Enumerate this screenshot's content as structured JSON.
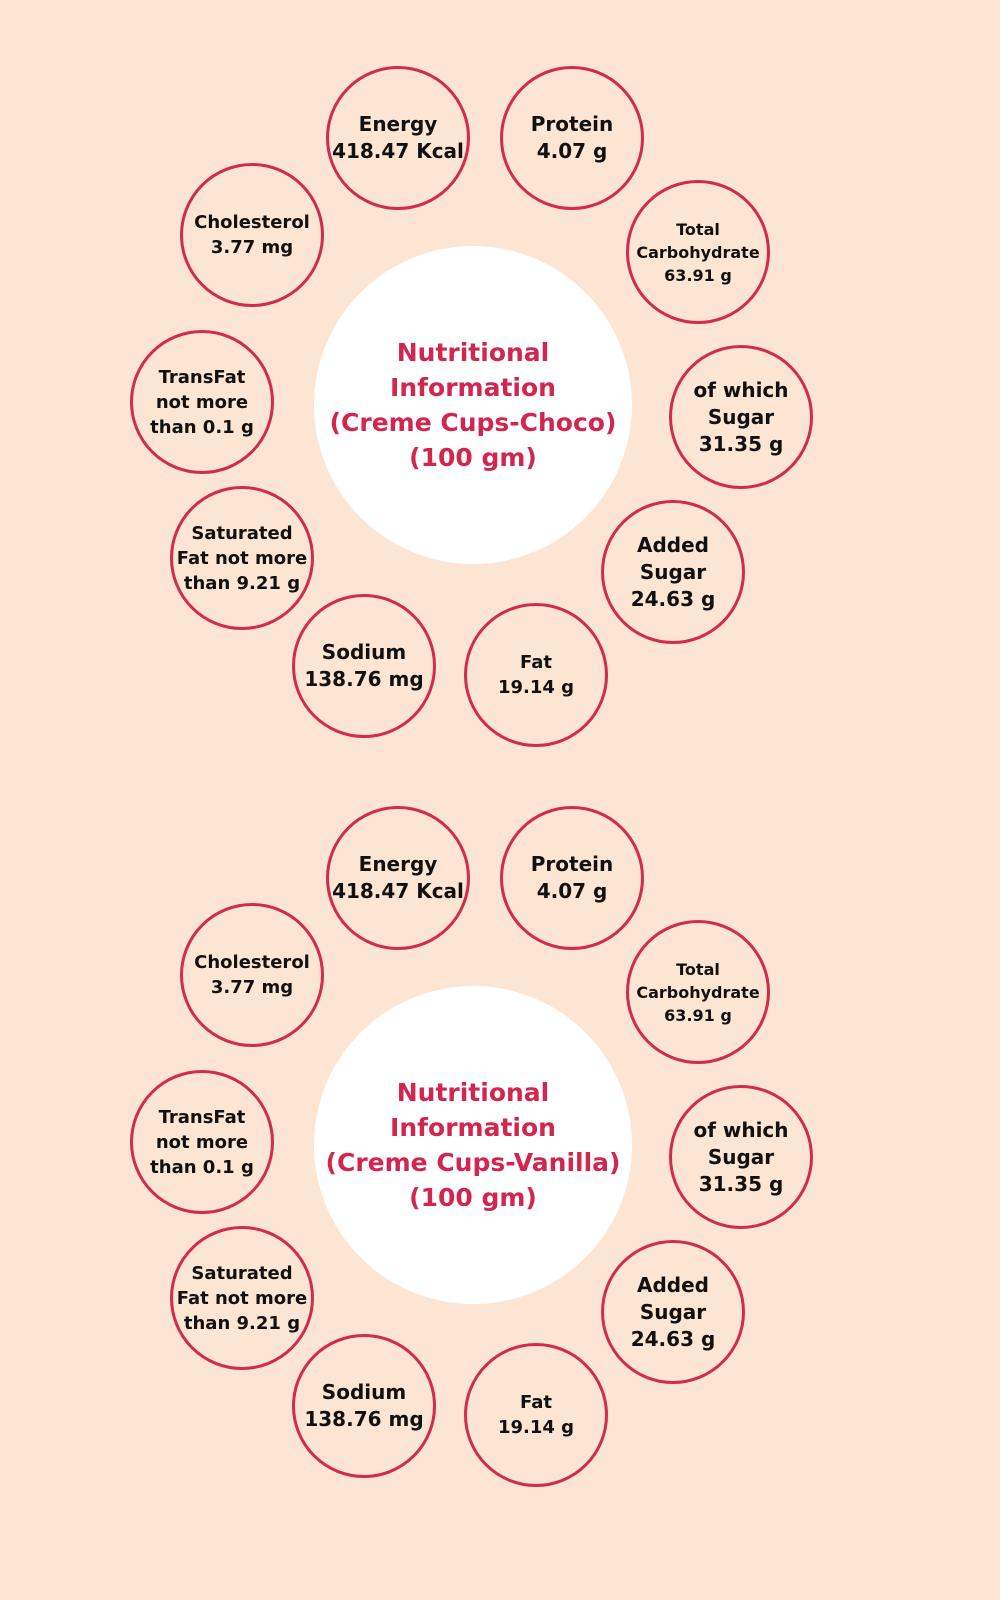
{
  "panels": [
    {
      "title": [
        "Nutritional",
        "Information",
        "(Creme Cups-Choco)",
        "(100 gm)"
      ],
      "nutrients": [
        {
          "id": "energy",
          "lines": [
            "Energy",
            "418.47 Kcal"
          ]
        },
        {
          "id": "protein",
          "lines": [
            "Protein",
            "4.07 g"
          ]
        },
        {
          "id": "total-carbohydrate",
          "lines": [
            "Total",
            "Carbohydrate",
            "63.91 g"
          ]
        },
        {
          "id": "of-which-sugar",
          "lines": [
            "of which",
            "Sugar",
            "31.35 g"
          ]
        },
        {
          "id": "added-sugar",
          "lines": [
            "Added",
            "Sugar",
            "24.63 g"
          ]
        },
        {
          "id": "fat",
          "lines": [
            "Fat",
            "19.14 g"
          ]
        },
        {
          "id": "sodium",
          "lines": [
            "Sodium",
            "138.76 mg"
          ]
        },
        {
          "id": "saturated-fat",
          "lines": [
            "Saturated",
            "Fat not more",
            "than 9.21 g"
          ]
        },
        {
          "id": "transfat",
          "lines": [
            "TransFat",
            "not more",
            "than 0.1 g"
          ]
        },
        {
          "id": "cholesterol",
          "lines": [
            "Cholesterol",
            "3.77 mg"
          ]
        }
      ]
    },
    {
      "title": [
        "Nutritional",
        "Information",
        "(Creme Cups-Vanilla)",
        "(100 gm)"
      ],
      "nutrients": [
        {
          "id": "energy",
          "lines": [
            "Energy",
            "418.47 Kcal"
          ]
        },
        {
          "id": "protein",
          "lines": [
            "Protein",
            "4.07 g"
          ]
        },
        {
          "id": "total-carbohydrate",
          "lines": [
            "Total",
            "Carbohydrate",
            "63.91 g"
          ]
        },
        {
          "id": "of-which-sugar",
          "lines": [
            "of which",
            "Sugar",
            "31.35 g"
          ]
        },
        {
          "id": "added-sugar",
          "lines": [
            "Added",
            "Sugar",
            "24.63 g"
          ]
        },
        {
          "id": "fat",
          "lines": [
            "Fat",
            "19.14 g"
          ]
        },
        {
          "id": "sodium",
          "lines": [
            "Sodium",
            "138.76 mg"
          ]
        },
        {
          "id": "saturated-fat",
          "lines": [
            "Saturated",
            "Fat not more",
            "than 9.21 g"
          ]
        },
        {
          "id": "transfat",
          "lines": [
            "TransFat",
            "not more",
            "than 0.1 g"
          ]
        },
        {
          "id": "cholesterol",
          "lines": [
            "Cholesterol",
            "3.77 mg"
          ]
        }
      ]
    }
  ],
  "colors": {
    "background": "#fde5d3",
    "accent": "#d2264f",
    "ring": "#d12c4e",
    "text": "#111111",
    "center_fill": "#ffffff"
  }
}
